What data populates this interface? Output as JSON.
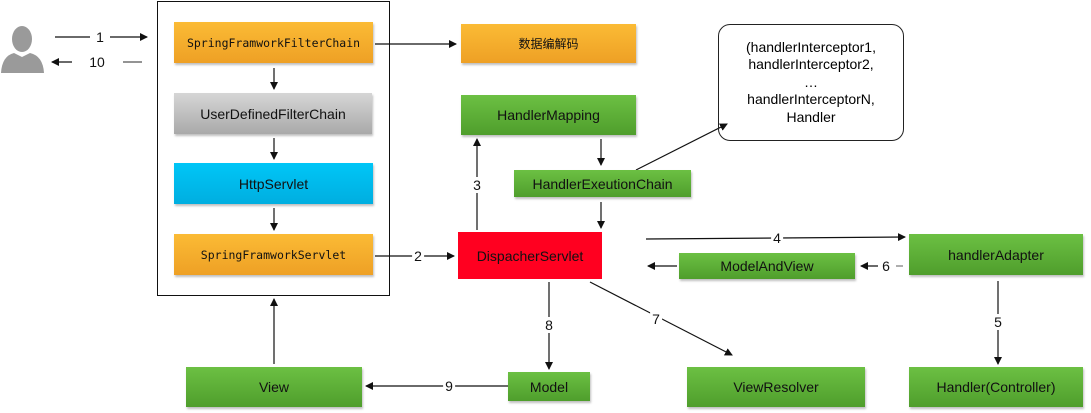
{
  "actor": {
    "icon": "user-icon"
  },
  "steps": {
    "s1": "1",
    "s2": "2",
    "s3": "3",
    "s4": "4",
    "s5": "5",
    "s6": "6",
    "s7": "7",
    "s8": "8",
    "s9": "9",
    "s10": "10"
  },
  "filter_stack": {
    "spring_filter_chain": "SpringFramworkFilterChain",
    "user_filter_chain": "UserDefinedFilterChain",
    "http_servlet": "HttpServlet",
    "spring_servlet": "SpringFramworkServlet"
  },
  "codec": "数据编解码",
  "handler_mapping": "HandlerMapping",
  "handler_execution_chain": "HandlerExeutionChain",
  "interceptor_bubble": [
    "(handlerInterceptor1,",
    "handlerInterceptor2,",
    "…",
    "handlerInterceptorN,",
    "Handler"
  ],
  "dispatcher_servlet": "DispacherServlet",
  "model_and_view": "ModelAndView",
  "handler_adapter": "handlerAdapter",
  "handler_controller": "Handler(Controller)",
  "view_resolver": "ViewResolver",
  "model": "Model",
  "view": "View",
  "colors": {
    "orange": "#f7b02e",
    "gray": "#c0c0c0",
    "cyan": "#00bff0",
    "green": "#5fb238",
    "red": "#ff0020"
  }
}
